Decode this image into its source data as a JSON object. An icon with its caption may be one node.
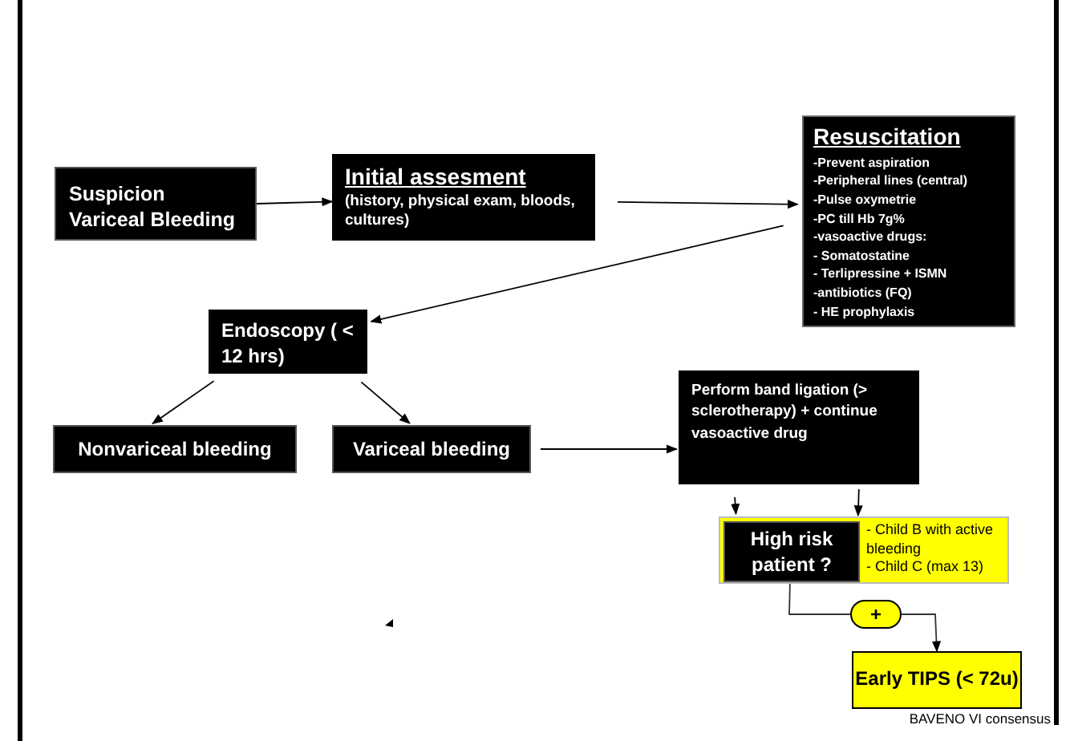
{
  "diagram": {
    "nodes": [
      {
        "text": [
          "Suspicion Variceal Bleeding"
        ]
      },
      {
        "text": [
          "Initial assesment",
          "(history, physical exam, bloods, cultures)"
        ]
      },
      {
        "text": [
          "Resuscitation",
          "-Prevent aspiration",
          "-Peripheral lines (central)",
          "-Pulse oxymetrie",
          "-PC till Hb 7g%",
          "-vasoactive drugs:",
          "- Somatostatine",
          "- Terlipressine + ISMN",
          "-antibiotics (FQ)",
          "- HE prophylaxis"
        ]
      },
      {
        "text": [
          "Endoscopy ( < 12 hrs)"
        ]
      },
      {
        "text": [
          "Nonvariceal bleeding"
        ]
      },
      {
        "text": [
          "Variceal bleeding"
        ]
      },
      {
        "text": [
          "Perform band ligation (> sclerotherapy) + continue vasoactive drug"
        ]
      },
      {
        "text": [
          "- Child B with active bleeding",
          "- Child C (max 13)"
        ]
      },
      {
        "text": [
          "High risk patient ?"
        ],
        "in": 7
      },
      {
        "text": [
          "+"
        ]
      },
      {
        "text": [
          "Early TIPS (< 72u)"
        ]
      }
    ],
    "edges": [
      {
        "from": 0,
        "to": 1,
        "arrow": "to"
      },
      {
        "from": 1,
        "to": 2,
        "arrow": "to"
      },
      {
        "from": 2,
        "to": 3,
        "arrow": "to"
      },
      {
        "from": 3,
        "to": 4,
        "arrow": "to"
      },
      {
        "from": 3,
        "to": 5,
        "arrow": "to"
      },
      {
        "from": 5,
        "to": 6,
        "arrow": "to"
      },
      {
        "from": 6,
        "to": 7,
        "arrow": "to"
      },
      {
        "from": 6,
        "to": 7,
        "arrow": "to"
      },
      {
        "from": 8,
        "to": 9,
        "arrow": "none"
      },
      {
        "from": 9,
        "to": 10,
        "arrow": "to"
      }
    ],
    "labels": [
      "BAVENO VI consensus"
    ]
  }
}
